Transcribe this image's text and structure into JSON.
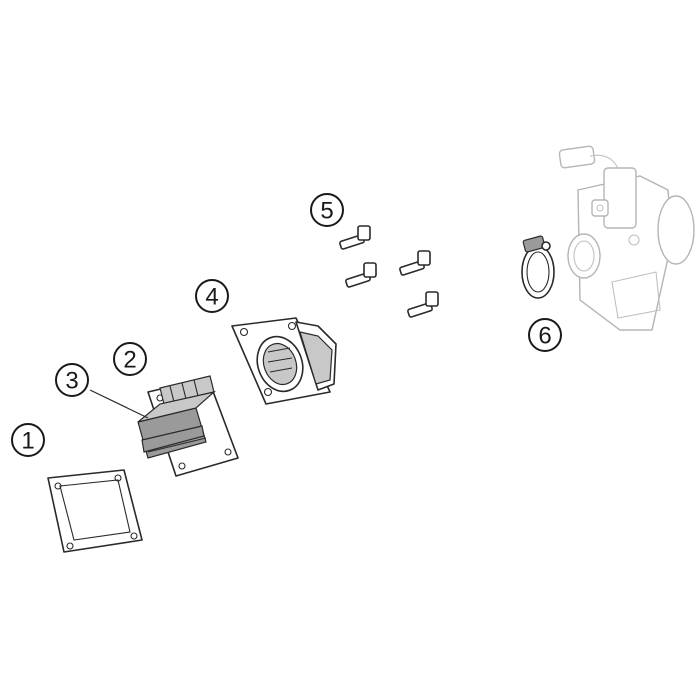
{
  "diagram": {
    "callouts": [
      "1",
      "2",
      "3",
      "4",
      "5",
      "6"
    ]
  },
  "colors": {
    "line": "#2a2a2a",
    "shade": "#9a9a9a",
    "ghost": "#b5b5b5"
  }
}
